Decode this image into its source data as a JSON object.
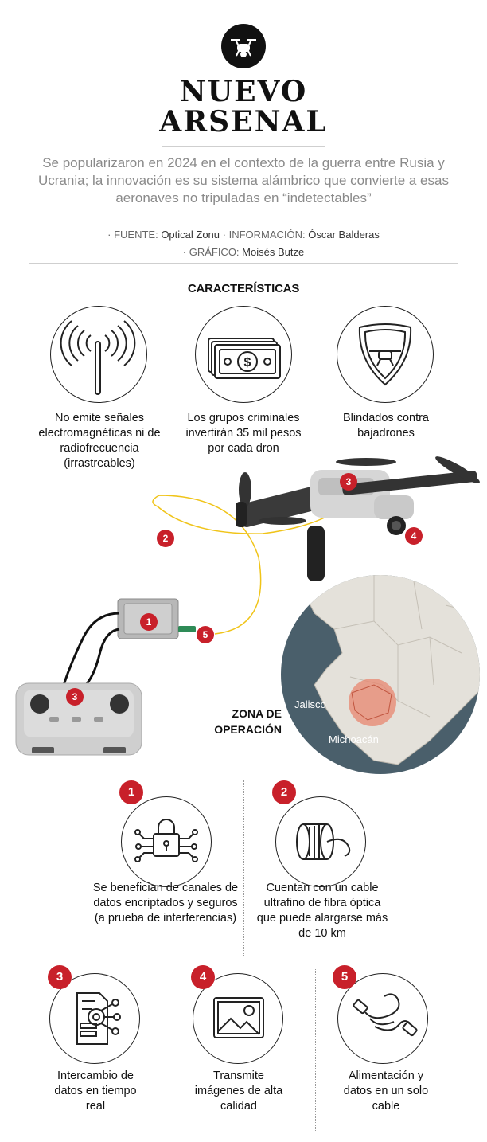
{
  "header": {
    "title_line1": "NUEVO",
    "title_line2": "ARSENAL",
    "subtitle": "Se popularizaron en 2024 en el contexto de la guerra entre Rusia y Ucrania; la innovación es su sistema alámbrico que convierte a esas aeronaves no tripuladas en “indetectables”",
    "credits": {
      "fuente_key": "· FUENTE:",
      "fuente_val": "Optical Zonu",
      "info_key": "· INFORMACIÓN:",
      "info_val": "Óscar Balderas",
      "grafico_key": "· GRÁFICO:",
      "grafico_val": "Moisés Butze"
    }
  },
  "features": {
    "heading": "CARACTERÍSTICAS",
    "items": [
      {
        "icon": "radio-signal-icon",
        "text": "No emite señales electromagnéticas ni de radiofrecuencia (irrastreables)"
      },
      {
        "icon": "money-bills-icon",
        "text": "Los grupos criminales invertirán 35 mil pesos por cada dron"
      },
      {
        "icon": "shield-drone-icon",
        "text": "Blindados contra bajadrones"
      }
    ]
  },
  "diagram": {
    "badges": [
      "1",
      "2",
      "3",
      "3",
      "4",
      "5"
    ],
    "zona_line1": "ZONA DE",
    "zona_line2": "OPERACIÓN",
    "map_labels": {
      "jalisco": "Jalisco",
      "michoacan": "Michoacán"
    },
    "colors": {
      "sea": "#4a5f6b",
      "land": "#e4e1da",
      "highlight": "#e8866f",
      "cable": "#f0c419",
      "accent": "#c8202a"
    }
  },
  "details": [
    {
      "n": "1",
      "icon": "encrypted-lock-icon",
      "text": "Se benefician de canales de datos encriptados y seguros (a prueba de interferencias)"
    },
    {
      "n": "2",
      "icon": "fiber-spool-icon",
      "text": "Cuentan con un cable ultrafino de fibra óptica que puede alargarse más de 10 km"
    },
    {
      "n": "3",
      "icon": "data-exchange-icon",
      "text": "Intercambio de datos en tiempo real"
    },
    {
      "n": "4",
      "icon": "image-icon",
      "text": "Transmite imágenes de alta calidad"
    },
    {
      "n": "5",
      "icon": "cable-connector-icon",
      "text": "Alimentación y datos en un solo cable"
    }
  ]
}
